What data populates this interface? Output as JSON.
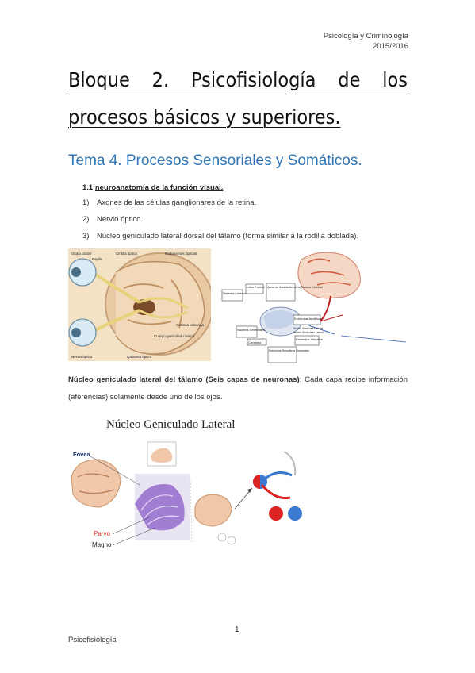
{
  "header": {
    "line1": "Psicología y Criminología",
    "line2": "2015/2016"
  },
  "title": {
    "line1": "Bloque 2. Psicofisiología de los",
    "line2": "procesos básicos y superiores."
  },
  "tema": "Tema 4. Procesos Sensoriales y Somáticos.",
  "section": {
    "number": "1.1",
    "title": "neuroanatomía de la función visual."
  },
  "list": [
    {
      "n": "1)",
      "text": "Axones de las células ganglionares de la retina."
    },
    {
      "n": "2)",
      "text": "Nervio óptico."
    },
    {
      "n": "3)",
      "text": "Núcleo geniculado lateral dorsal del tálamo (forma similar a la rodilla doblada)."
    }
  ],
  "figure1": {
    "labels": {
      "globo": "Globo ocular",
      "papila": "Papila",
      "cintilla": "Cintilla óptica",
      "radiaciones": "Radiaciones ópticas",
      "corteza": "Corteza calcarina",
      "cuerpo": "Cuerpo geniculado lateral",
      "nervio": "Nervio óptico",
      "quiasma": "Quiasma óptico"
    }
  },
  "figure2": {
    "labels": {
      "lobo": "Lobo Frontal",
      "areas": "Áreas de Asociación de la Corteza Cerebral",
      "sistema": "Sistema Límbico",
      "nucleos": "Núcleos Cerebrales",
      "cerebelo": "Cerebelo",
      "estimulos_aud": "Estímulos Auditivos",
      "estimulos_vis": "Estímulos Visuales",
      "estimulos_sen": "Estímulos Sensitivos Generales",
      "geniculado_medial": "Núcleo Geniculado Medial",
      "geniculado_lateral": "Núcleo Geniculado Lateral"
    }
  },
  "paragraph": {
    "bold": "Núcleo geniculado lateral del tálamo (Seis capas de neuronas)",
    "rest": ": Cada capa recibe información (aferencias) solamente desde uno de los ojos."
  },
  "figure3": {
    "title": "Núcleo Geniculado Lateral",
    "fovea": "Fóvea",
    "parvo": "Parvo",
    "magno": "Magno",
    "colors": {
      "parvo": "#e0262b",
      "lgn": "#8a5cc8"
    }
  },
  "footer": {
    "page": "1",
    "left": "Psicofisiología"
  }
}
